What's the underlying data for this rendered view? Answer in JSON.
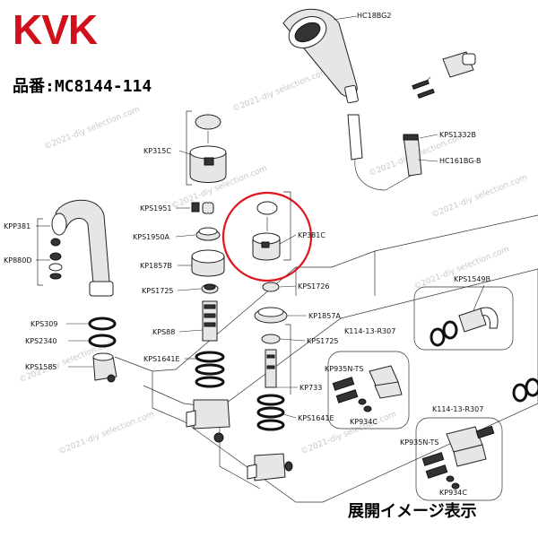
{
  "header": {
    "brand": "KVK",
    "model": "品番:MC8144-114"
  },
  "footer": {
    "caption": "展開イメージ表示"
  },
  "watermarks": [
    "©2021-diy selection.com",
    "©2021-diy selection.com",
    "©2021-diy selection.com",
    "©2021-diy selection.com",
    "©2021-diy selection.com",
    "©2021-diy selection.com",
    "©2021-diy selection.com",
    "©2021-diy selection.com",
    "©2021-diy selection.com"
  ],
  "parts": [
    "HC18BG2",
    "KPS1332B",
    "HC161BG-B",
    "KP315C",
    "KPS1951",
    "KPS1950A",
    "KP1857B",
    "KPS1725",
    "KPP381",
    "KP880D",
    "KP381C",
    "KPS1726",
    "KP1857A",
    "KPS1725",
    "KPS88",
    "KPS1641E",
    "KP733",
    "KPS1641E",
    "KPS309",
    "KPS2340",
    "KPS1585",
    "K114-13-R307",
    "KP935N-TS",
    "KP934C",
    "KPS1549B",
    "K114-13-R307",
    "KP935N-TS",
    "KP934C"
  ],
  "colors": {
    "brand": "#d0101b",
    "highlight": "#e0141e",
    "line": "#222222"
  },
  "highlighted_part": "KP381C"
}
